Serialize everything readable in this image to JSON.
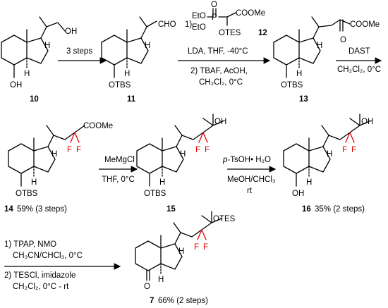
{
  "compounds": {
    "c10": {
      "number": "10",
      "oh_top": "OH",
      "h_ring": "H",
      "h_junction": "H",
      "oh_bottom": "OH"
    },
    "c11": {
      "number": "11",
      "cho": "CHO",
      "h_ring": "H",
      "h_junction": "H",
      "otbs": "OTBS"
    },
    "c13": {
      "number": "13",
      "cooме": "",
      "coome": "COOMe",
      "o": "O",
      "h_ring": "H",
      "h_junction": "H",
      "otbs": "OTBS"
    },
    "c14": {
      "number": "14",
      "yield": "59% (3 steps)",
      "coome": "COOMe",
      "f1": "F",
      "f2": "F",
      "h_ring": "H",
      "h_junction": "H",
      "otbs": "OTBS"
    },
    "c15": {
      "number": "15",
      "oh": "OH",
      "f1": "F",
      "f2": "F",
      "h_ring": "H",
      "h_junction": "H",
      "otbs": "OTBS"
    },
    "c16": {
      "number": "16",
      "yield": "35% (2 steps)",
      "oh_top": "OH",
      "f1": "F",
      "f2": "F",
      "h_ring": "H",
      "h_junction": "H",
      "oh_bottom": "OH"
    },
    "c7": {
      "number": "7",
      "yield": "66% (2 steps)",
      "otes": "OTES",
      "f1": "F",
      "f2": "F",
      "h_ring": "H",
      "h_junction": "H",
      "o": "O"
    },
    "c12": {
      "number": "12",
      "eto1": "EtO",
      "eto2": "EtO",
      "p": "P",
      "o": "O",
      "coome": "COOMe",
      "otes": "OTES"
    }
  },
  "reagents": {
    "r1": "3 steps",
    "r2_step1": "1)",
    "r2_cond": "LDA, THF, -40°C",
    "r2_step2": "2) TBAF, AcOH,",
    "r2_step2b": "CH₂Cl₂, 0°C",
    "r3_line1": "DAST",
    "r3_line2": "CH₂Cl₂, 0°C",
    "r4_line1": "MeMgCl",
    "r4_line2": "THF, 0°C",
    "r5_line1_a": "p",
    "r5_line1_b": "-TsOH• H₂O",
    "r5_line2": "MeOH/CHCl₃",
    "r5_line3": "rt",
    "r6_line1": "1) TPAP,  NMO",
    "r6_line2": "CH₃CN/CHCl₃, 0°C",
    "r6_line3": "2) TESCl, imidazole",
    "r6_line4": "CH₂Cl₂, 0°C - rt"
  }
}
